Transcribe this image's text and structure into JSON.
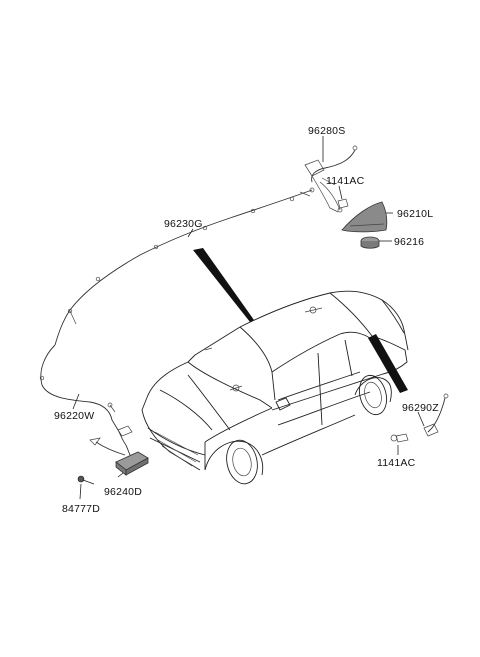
{
  "parts": [
    {
      "id": "96280S",
      "label": "96280S"
    },
    {
      "id": "1141AC_top",
      "label": "1141AC"
    },
    {
      "id": "96210L",
      "label": "96210L"
    },
    {
      "id": "96216",
      "label": "96216"
    },
    {
      "id": "96230G",
      "label": "96230G"
    },
    {
      "id": "96220W",
      "label": "96220W"
    },
    {
      "id": "96290Z",
      "label": "96290Z"
    },
    {
      "id": "1141AC_bottom",
      "label": "1141AC"
    },
    {
      "id": "96240D",
      "label": "96240D"
    },
    {
      "id": "84777D",
      "label": "84777D"
    }
  ],
  "colors": {
    "line": "#222222",
    "pointer": "#111111",
    "antenna_fill": "#8a8a8a",
    "module_fill": "#9a9a9a"
  }
}
